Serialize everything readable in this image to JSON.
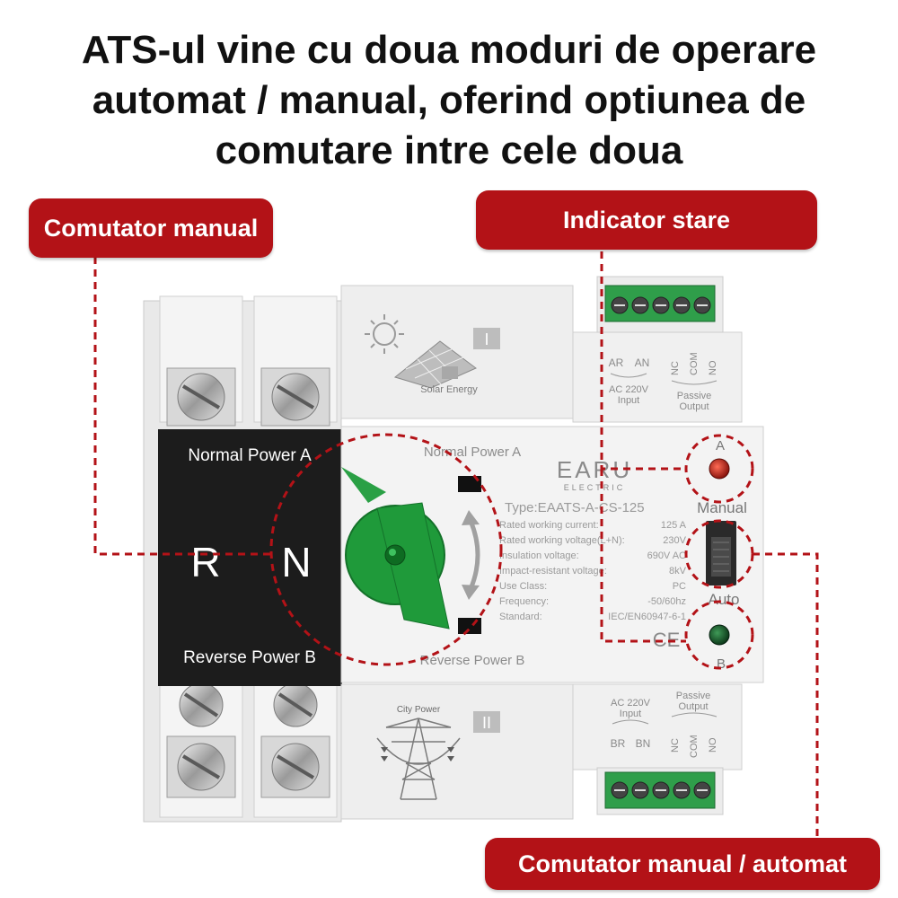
{
  "headline": {
    "line1": "ATS-ul vine cu doua moduri de operare",
    "line2": "automat / manual, oferind optiunea de",
    "line3": "comutare intre cele doua"
  },
  "callouts": {
    "manual_switch": "Comutator manual",
    "status_indicator": "Indicator stare",
    "manual_auto_switch": "Comutator manual / automat"
  },
  "device": {
    "brand": "EARU",
    "brand_sub": "ELECTRIC",
    "type": "Type:EAATS-A-CS-125",
    "front_top_label": "Normal Power A",
    "front_bottom_label": "Reverse Power B",
    "panel_top_label": "Normal Power A",
    "panel_bottom_label": "Reverse Power B",
    "pole_r": "R",
    "pole_n": "N",
    "module_top_roman": "I",
    "module_bottom_roman": "II",
    "solar_label": "Solar Energy",
    "city_label": "City Power",
    "ce_mark": "CE",
    "specs": [
      {
        "label": "Rated working current:",
        "value": "125   A"
      },
      {
        "label": "Rated working voltage(L+N):",
        "value": "230V"
      },
      {
        "label": "Insulation voltage:",
        "value": "690V AC"
      },
      {
        "label": "Impact-resistant voltage:",
        "value": "8kV"
      },
      {
        "label": "Use Class:",
        "value": "PC"
      },
      {
        "label": "Frequency:",
        "value": "-50/60hz"
      },
      {
        "label": "Standard:",
        "value": "IEC/EN60947-6-1"
      }
    ],
    "indicator_a": "A",
    "indicator_b": "B",
    "mode_manual": "Manual",
    "mode_auto": "Auto",
    "top_terminal": {
      "ar": "AR",
      "an": "AN",
      "input": "AC 220V",
      "input_sub": "Input",
      "nc": "NC",
      "com": "COM",
      "no": "NO",
      "passive": "Passive",
      "output": "Output"
    },
    "bottom_terminal": {
      "input": "AC 220V",
      "input_sub": "Input",
      "br": "BR",
      "bn": "BN",
      "passive": "Passive",
      "output": "Output",
      "nc": "NC",
      "com": "COM",
      "no": "NO"
    }
  },
  "colors": {
    "callout_red": "#b31217",
    "handle_green": "#1f9a3a",
    "terminal_green": "#2f9e4a",
    "indicator_red": "#c0241b",
    "indicator_green": "#1c5a2c"
  }
}
